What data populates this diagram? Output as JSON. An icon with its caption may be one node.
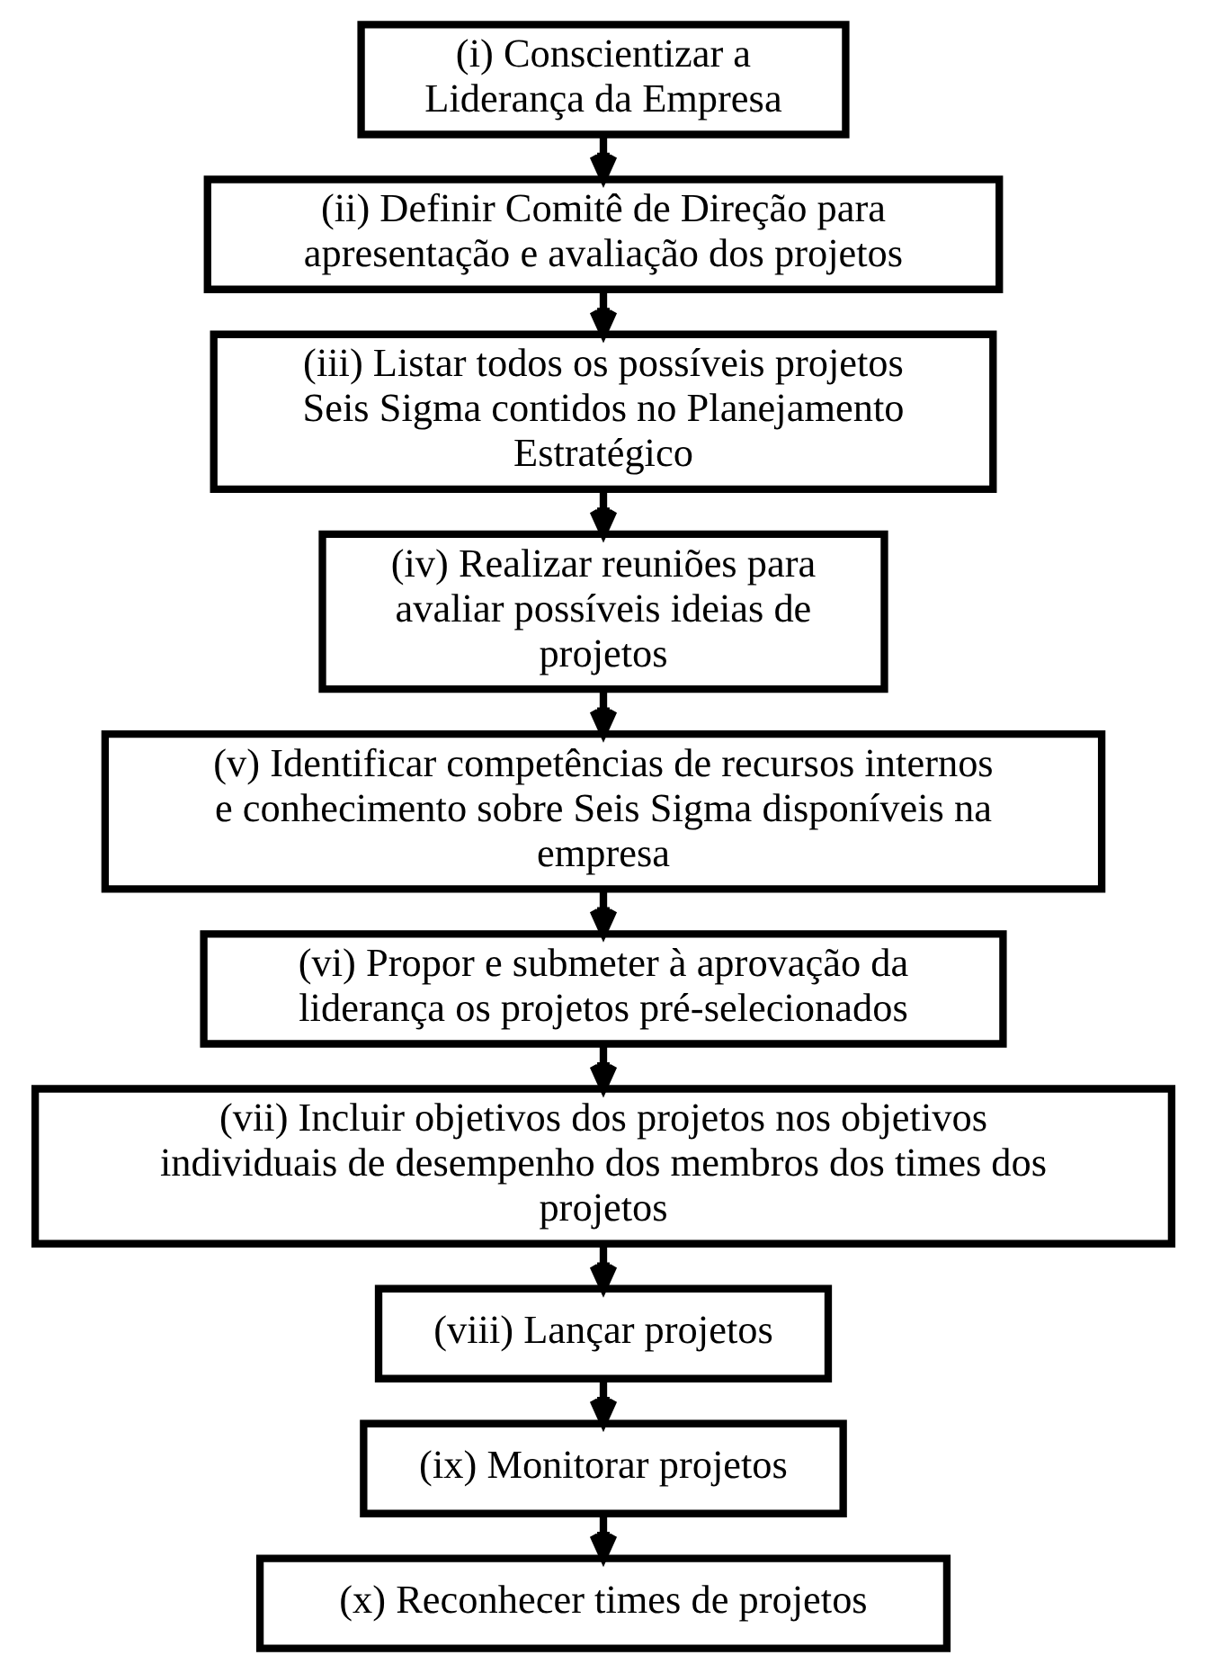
{
  "diagram": {
    "nodes": [
      {
        "text": [
          "(i) Conscientizar a Liderança da Empresa"
        ]
      },
      {
        "text": [
          "(ii) Definir Comitê de Direção para apresentação e avaliação dos projetos"
        ]
      },
      {
        "text": [
          "(iii) Listar todos os possíveis projetos Seis Sigma contidos no Planejamento Estratégico"
        ]
      },
      {
        "text": [
          "(iv) Realizar reuniões para avaliar possíveis ideias de projetos"
        ]
      },
      {
        "text": [
          "(v) Identificar competências de recursos internos e conhecimento sobre Seis Sigma disponíveis na empresa"
        ]
      },
      {
        "text": [
          "(vi) Propor e submeter à aprovação da liderança os projetos pré-selecionados"
        ]
      },
      {
        "text": [
          "(vii) Incluir objetivos dos projetos nos objetivos individuais de desempenho dos membros dos times dos projetos"
        ]
      },
      {
        "text": [
          "(viii) Lançar projetos"
        ]
      },
      {
        "text": [
          "(ix) Monitorar projetos"
        ]
      },
      {
        "text": [
          "(x) Reconhecer times de projetos"
        ]
      }
    ],
    "edges": [
      {
        "from": 0,
        "to": 1,
        "arrow": "to"
      },
      {
        "from": 1,
        "to": 2,
        "arrow": "to"
      },
      {
        "from": 2,
        "to": 3,
        "arrow": "to"
      },
      {
        "from": 3,
        "to": 4,
        "arrow": "to"
      },
      {
        "from": 4,
        "to": 5,
        "arrow": "to"
      },
      {
        "from": 5,
        "to": 6,
        "arrow": "to"
      },
      {
        "from": 6,
        "to": 7,
        "arrow": "to"
      },
      {
        "from": 7,
        "to": 8,
        "arrow": "to"
      },
      {
        "from": 8,
        "to": 9,
        "arrow": "to"
      }
    ]
  }
}
